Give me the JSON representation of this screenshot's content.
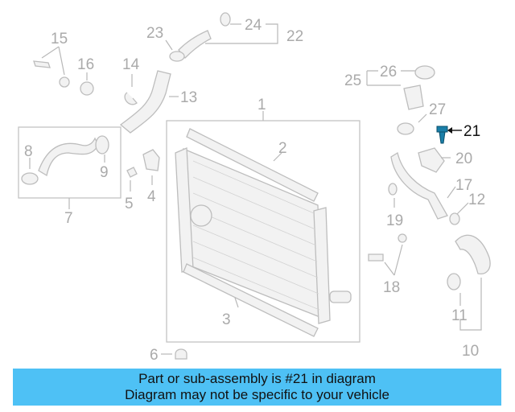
{
  "diagram": {
    "callouts": {
      "c1": "1",
      "c2": "2",
      "c3": "3",
      "c4": "4",
      "c5": "5",
      "c6": "6",
      "c7": "7",
      "c8": "8",
      "c9": "9",
      "c10": "10",
      "c11": "11",
      "c12": "12",
      "c13": "13",
      "c14": "14",
      "c15": "15",
      "c16": "16",
      "c17": "17",
      "c18": "18",
      "c19": "19",
      "c20": "20",
      "c21": "21",
      "c22": "22",
      "c23": "23",
      "c24": "24",
      "c25": "25",
      "c26": "26",
      "c27": "27"
    },
    "highlighted_part": "21",
    "colors": {
      "highlight": "#1a7fa8",
      "banner": "#4ec1f5",
      "muted": "#aaaaaa"
    }
  },
  "banner": {
    "line1": "Part or sub-assembly is #21 in diagram",
    "line2": "Diagram may not be specific to your vehicle"
  }
}
